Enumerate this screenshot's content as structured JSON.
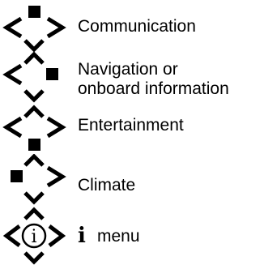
{
  "legend": {
    "items": [
      {
        "icon": "controller-up-highlighted-icon",
        "label": "Communication"
      },
      {
        "icon": "controller-right-highlighted-icon",
        "label_lines": [
          "Navigation or",
          "onboard information"
        ]
      },
      {
        "icon": "controller-down-highlighted-icon",
        "label": "Entertainment"
      },
      {
        "icon": "controller-left-highlighted-icon",
        "label": "Climate"
      },
      {
        "icon": "controller-center-info-icon",
        "center_glyph": "i",
        "label_glyph": "i",
        "label": "menu"
      }
    ]
  }
}
